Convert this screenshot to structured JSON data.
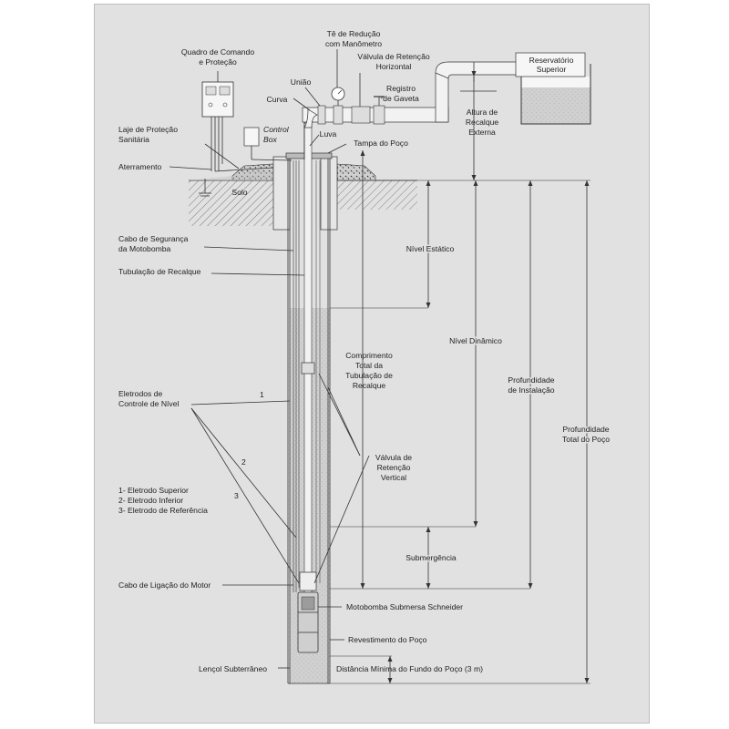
{
  "labels": {
    "quadro": [
      "Quadro de Comando",
      "e Proteção"
    ],
    "te_reducao": [
      "Tê de Redução",
      "com Manômetro"
    ],
    "valvula_horizontal": [
      "Válvula de Retenção",
      "Horizontal"
    ],
    "reservatorio": [
      "Reservatório",
      "Superior"
    ],
    "uniao": "União",
    "registro": [
      "Registro",
      "de Gaveta"
    ],
    "curva": "Curva",
    "laje": [
      "Laje de Proteção",
      "Sanitária"
    ],
    "control_box": [
      "Control",
      "Box"
    ],
    "luva": "Luva",
    "tampa": "Tampa do Poço",
    "altura_recalque": [
      "Altura de",
      "Recalque",
      "Externa"
    ],
    "aterramento": "Aterramento",
    "solo": "Solo",
    "cabo_seguranca": [
      "Cabo de Segurança",
      "da Motobomba"
    ],
    "nivel_estatico": "Nível Estático",
    "tubulacao_recalque": "Tubulação de Recalque",
    "nivel_dinamico": "Nível Dinâmico",
    "comprimento_total": [
      "Comprimento",
      "Total da",
      "Tubulação de",
      "Recalque"
    ],
    "profundidade_instalacao": [
      "Profundidade",
      "de Instalação"
    ],
    "eletrodos": [
      "Eletrodos de",
      "Controle de Nível"
    ],
    "profundidade_total": [
      "Profundidade",
      "Total do Poço"
    ],
    "valvula_vertical": [
      "Válvula de",
      "Retenção",
      "Vertical"
    ],
    "eletrodo_legenda": [
      "1- Eletrodo Superior",
      "2- Eletrodo Inferior",
      "3- Eletrodo de Referência"
    ],
    "num_1": "1",
    "num_2": "2",
    "num_3": "3",
    "submergencia": "Submergência",
    "cabo_motor": "Cabo de Ligação do Motor",
    "motobomba": "Motobomba Submersa Schneider",
    "revestimento": "Revestimento do Poço",
    "lencol": "Lençol Subterrâneo",
    "distancia_minima": "Distância Mínima do Fundo do Poço (3 m)"
  },
  "colors": {
    "frame": "#e1e1e1",
    "water": "#cfcfcf",
    "line": "#333333"
  }
}
